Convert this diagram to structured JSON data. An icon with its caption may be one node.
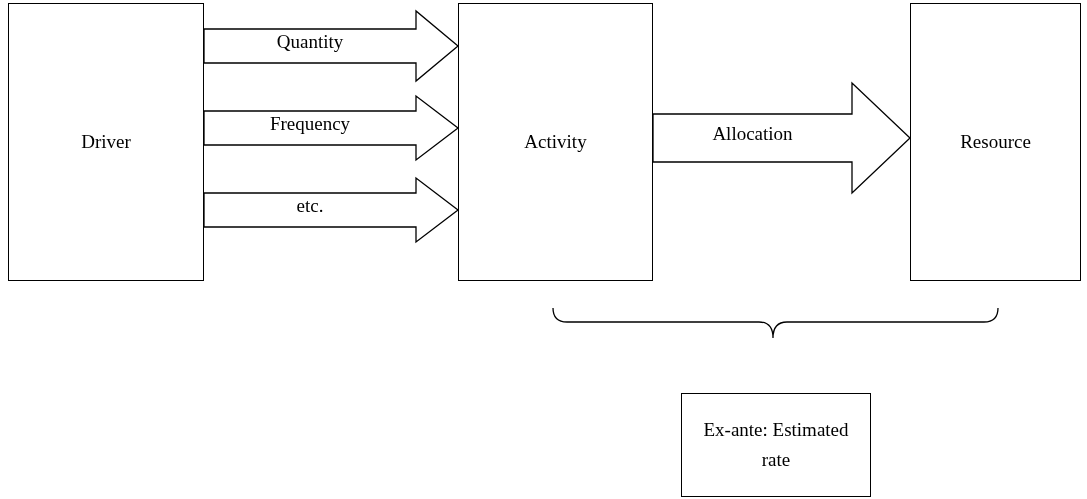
{
  "diagram": {
    "nodes": [
      {
        "text": [
          "Driver"
        ]
      },
      {
        "text": [
          "Activity"
        ]
      },
      {
        "text": [
          "Resource"
        ]
      },
      {
        "text": [
          "Ex-ante: Estimated rate"
        ]
      }
    ],
    "edges": [
      {
        "from": 0,
        "to": 1,
        "label": "Quantity",
        "arrow": "to"
      },
      {
        "from": 0,
        "to": 1,
        "label": "Frequency",
        "arrow": "to"
      },
      {
        "from": 0,
        "to": 1,
        "label": "etc.",
        "arrow": "to"
      },
      {
        "from": 1,
        "to": 2,
        "label": "Allocation",
        "arrow": "to"
      }
    ]
  }
}
